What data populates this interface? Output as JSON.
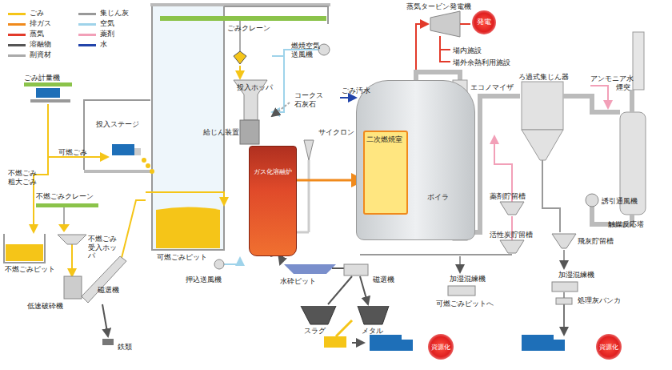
{
  "diagram": {
    "nodes": [
      {
        "text": [
          "ガス化溶融炉"
        ]
      },
      {
        "text": [
          "ボイラ"
        ]
      },
      {
        "text": [
          "二次燃焼室"
        ],
        "in": 1
      },
      {
        "text": [
          "発電"
        ]
      },
      {
        "text": [
          "資源化"
        ]
      },
      {
        "text": [
          "資源化"
        ]
      }
    ],
    "edges": [
      {
        "from": 0,
        "to": 2,
        "arrow": "to"
      }
    ],
    "labels": [
      "ごみクレーン",
      "投入ホッパ",
      "燃焼空気 送風機",
      "コークス 石灰石",
      "給じん装置",
      "サイクロン",
      "押込送風機",
      "水砕ピット",
      "スラグ",
      "メタル",
      "磁選機",
      "ごみ汚水",
      "蒸気タービン発電機",
      "場内施設",
      "場外余熱利用施設",
      "エコノマイザ",
      "ろ過式集じん器",
      "アンモニア水",
      "煙突",
      "触媒反応塔",
      "薬剤貯留槽",
      "活性炭貯留槽",
      "誘引通風機",
      "飛灰貯留槽",
      "加湿混練機",
      "可燃ごみピットへ",
      "加湿混練機",
      "処理灰バンカ",
      "ごみ計量機",
      "投入ステージ",
      "可燃ごみ",
      "不燃ごみ 粗大ごみ",
      "不燃ごみクレーン",
      "不燃ごみピット",
      "不燃ごみ 受入ホッパ",
      "低速破砕機",
      "磁選機",
      "鉄類",
      "可燃ごみピット"
    ],
    "legend": [
      {
        "text": "ごみ",
        "color": "#f5c518"
      },
      {
        "text": "排ガス",
        "color": "#f08a1c"
      },
      {
        "text": "蒸気",
        "color": "#e23a2a"
      },
      {
        "text": "溶融物",
        "color": "#555555"
      },
      {
        "text": "副資材",
        "color": "#aaaaaa"
      },
      {
        "text": "集じん灰",
        "color": "#999999"
      },
      {
        "text": "空気",
        "color": "#9fd3ea"
      },
      {
        "text": "薬剤",
        "color": "#f2a0b8"
      },
      {
        "text": "水",
        "color": "#2244aa"
      }
    ]
  }
}
